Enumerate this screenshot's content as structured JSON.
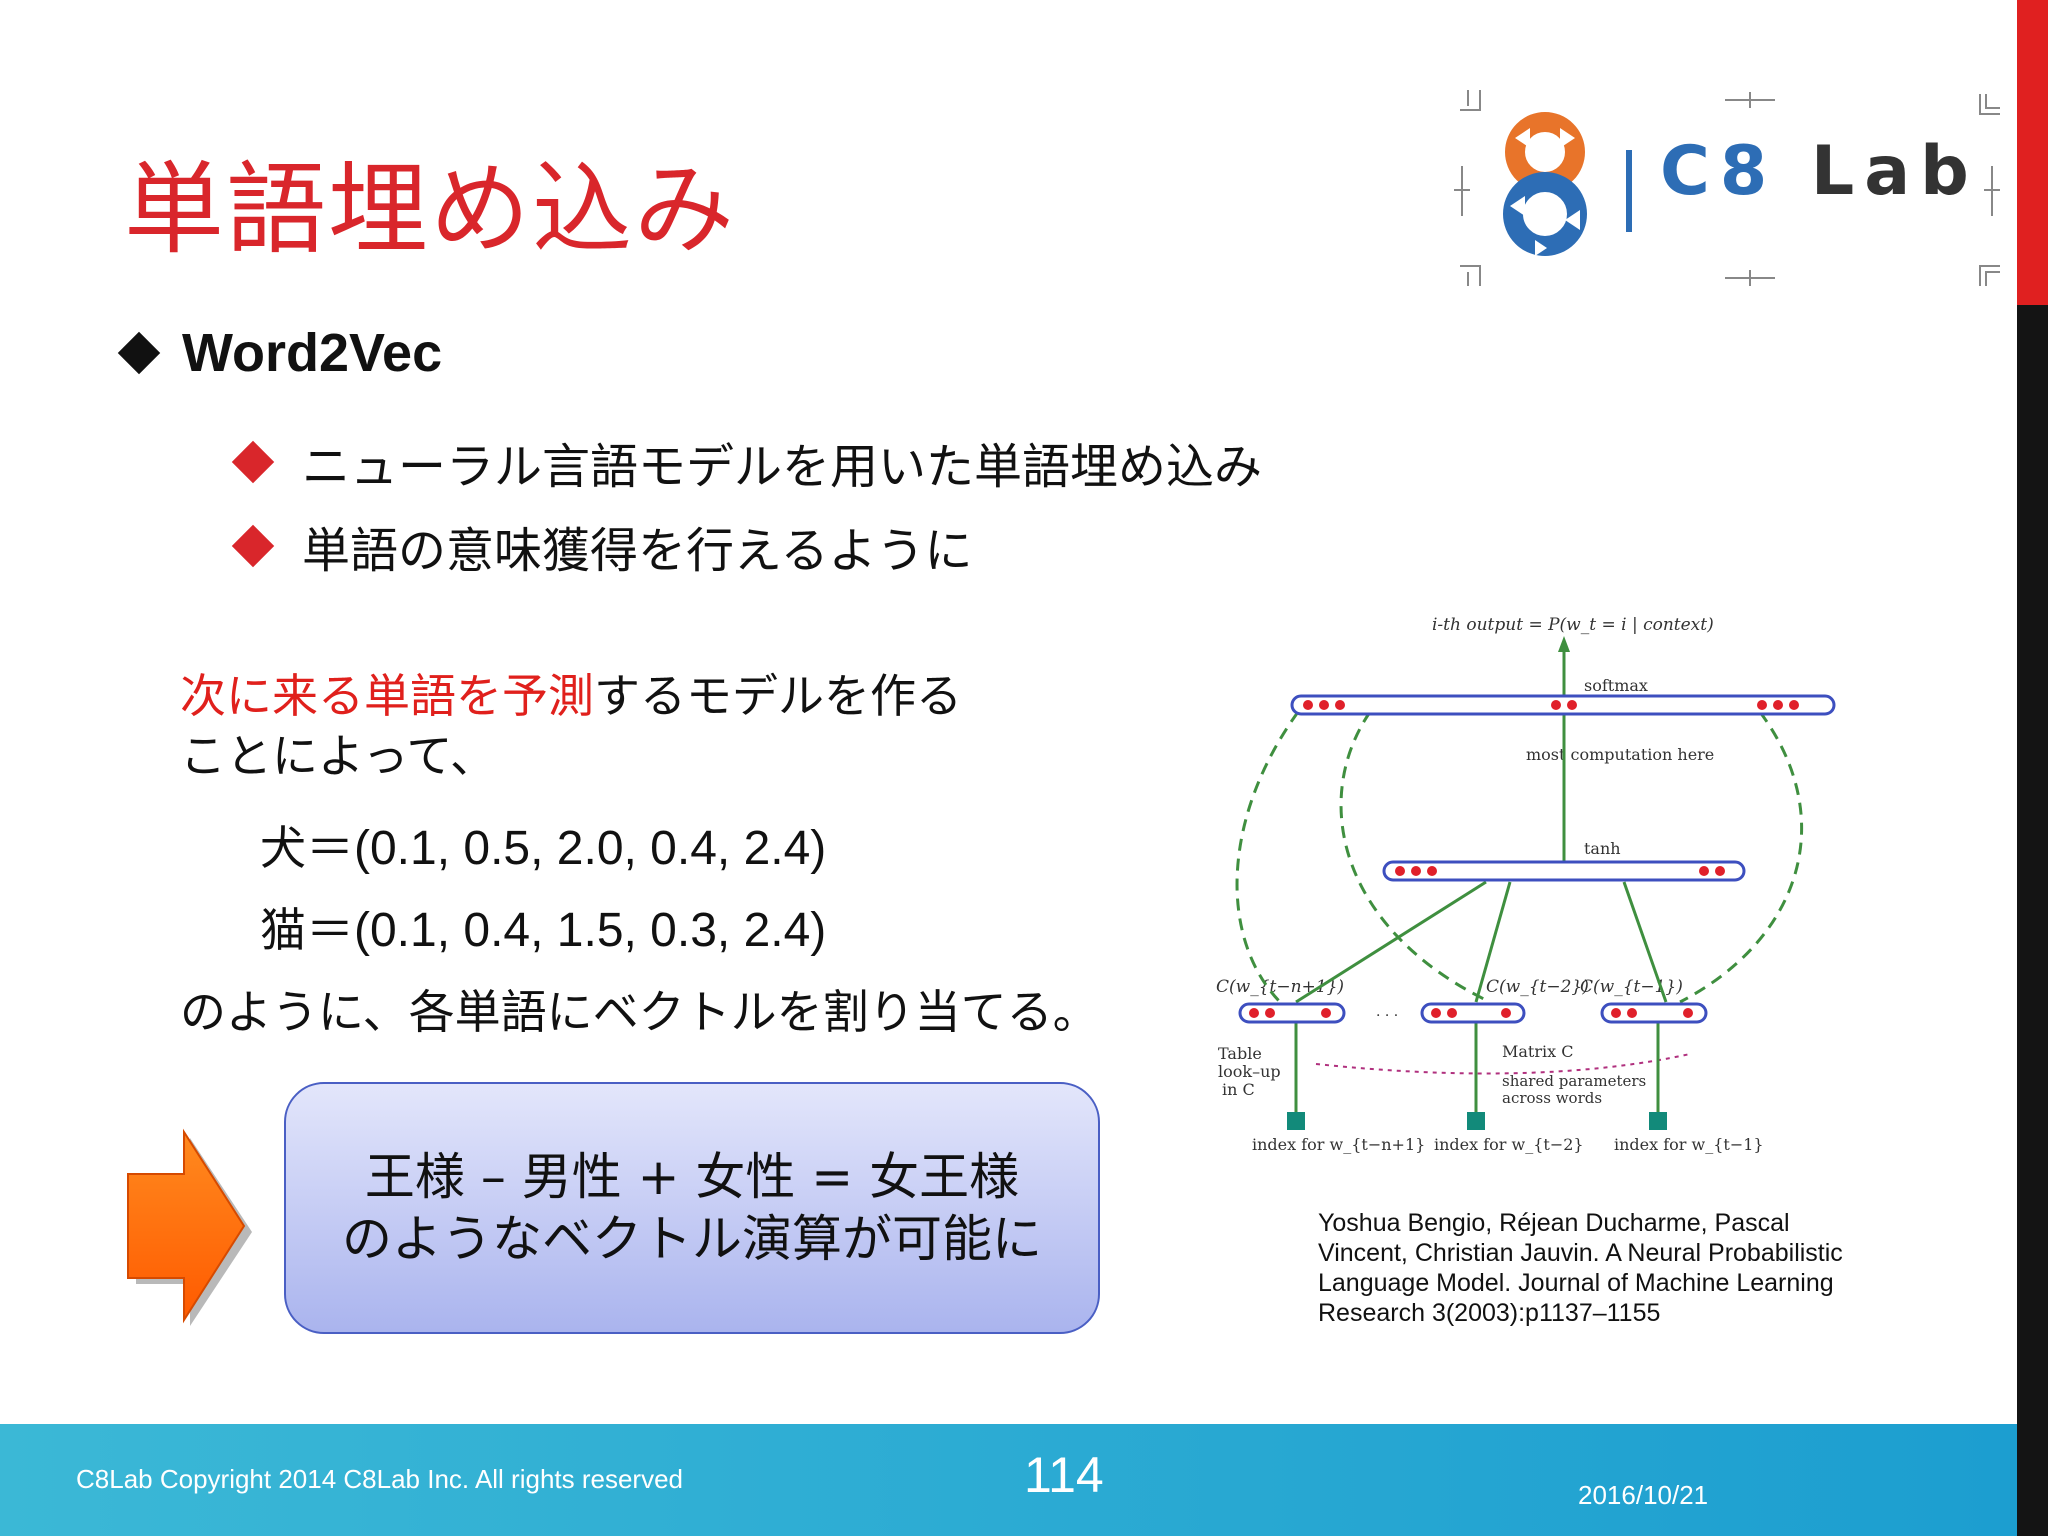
{
  "slide": {
    "title": "単語埋め込み",
    "logo": {
      "c8": "C8",
      "lab": "Lab"
    },
    "bullet": "Word2Vec",
    "sub_bullets": [
      "ニューラル言語モデルを用いた単語埋め込み",
      "単語の意味獲得を行えるように"
    ],
    "paragraph": {
      "highlight": "次に来る単語を予測",
      "rest_line1": "するモデルを作る",
      "line2": "ことによって、"
    },
    "vectors": [
      {
        "word": "犬",
        "values": "＝(0.1, 0.5, 2.0, 0.4, 2.4)"
      },
      {
        "word": "猫",
        "values": "＝(0.1, 0.4, 1.5, 0.3, 2.4)"
      }
    ],
    "conclusion": "のように、各単語にベクトルを割り当てる。",
    "result": {
      "line1": "王様 – 男性 + 女性 = 女王様",
      "line2": "のようなベクトル演算が可能に"
    },
    "diagram": {
      "output_label": "i-th output = P(w_t = i | context)",
      "softmax": "softmax",
      "most_computation": "most computation here",
      "tanh": "tanh",
      "ellipsis": "· · ·",
      "c_left": "C(w_{t−n+1})",
      "c_mid": "C(w_{t−2})",
      "c_right": "C(w_{t−1})",
      "table_lookup": [
        "Table",
        "look–up",
        "in C"
      ],
      "matrix": "Matrix C",
      "shared": [
        "shared parameters",
        "across words"
      ],
      "index_left": "index for w_{t−n+1}",
      "index_mid": "index for w_{t−2}",
      "index_right": "index for w_{t−1}"
    },
    "citation": "Yoshua Bengio, Réjean Ducharme, Pascal Vincent, Christian Jauvin. A Neural Probabilistic Language Model. Journal of Machine Learning Research 3(2003):p1137–1155"
  },
  "footer": {
    "copyright": "C8Lab Copyright 2014 C8Lab  Inc. All rights reserved",
    "page": "114",
    "date": "2016/10/21"
  },
  "colors": {
    "title_red": "#d9262b",
    "highlight_red": "#e0201c",
    "arrow_orange": "#ff6a00",
    "box_blue": "#aab4ee",
    "footer_cyan": "#1c9ed0",
    "logo_blue": "#2d6db5",
    "logo_orange": "#e8742a"
  }
}
